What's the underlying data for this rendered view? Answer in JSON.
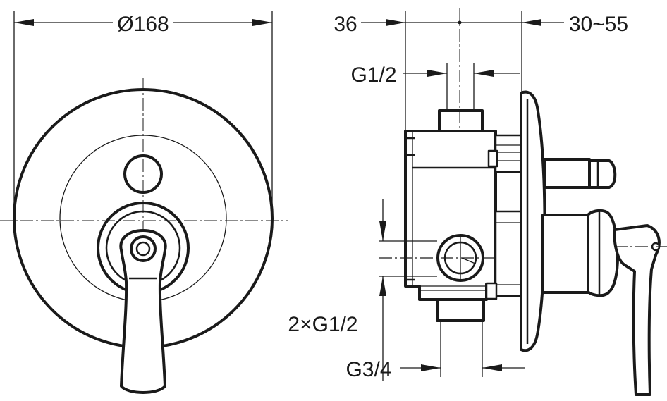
{
  "dimensions": {
    "diameter": "Ø168",
    "depth_body": "36",
    "depth_range": "30~55",
    "top_thread": "G1/2",
    "side_threads": "2×G1/2",
    "bottom_thread": "G3/4"
  }
}
